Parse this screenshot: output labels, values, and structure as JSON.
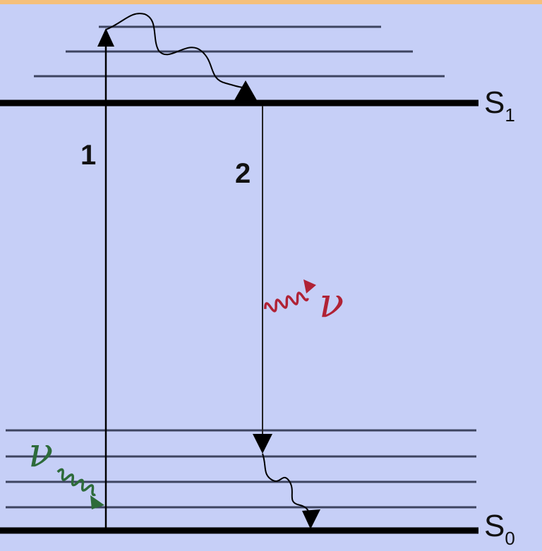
{
  "states": {
    "excited": {
      "letter": "S",
      "sub": "1"
    },
    "ground": {
      "letter": "S",
      "sub": "0"
    }
  },
  "transitions": {
    "absorption": {
      "label": "1"
    },
    "emission": {
      "label": "2"
    }
  },
  "photons": {
    "absorbed": {
      "symbol": "ν",
      "color": "#2d6b3a"
    },
    "emitted": {
      "symbol": "ν",
      "color": "#b02235"
    }
  },
  "colors": {
    "background": "#c6cff7",
    "top_band": "#f5c07a",
    "main_level": "#000000",
    "vibrational_level": "#444c66"
  }
}
